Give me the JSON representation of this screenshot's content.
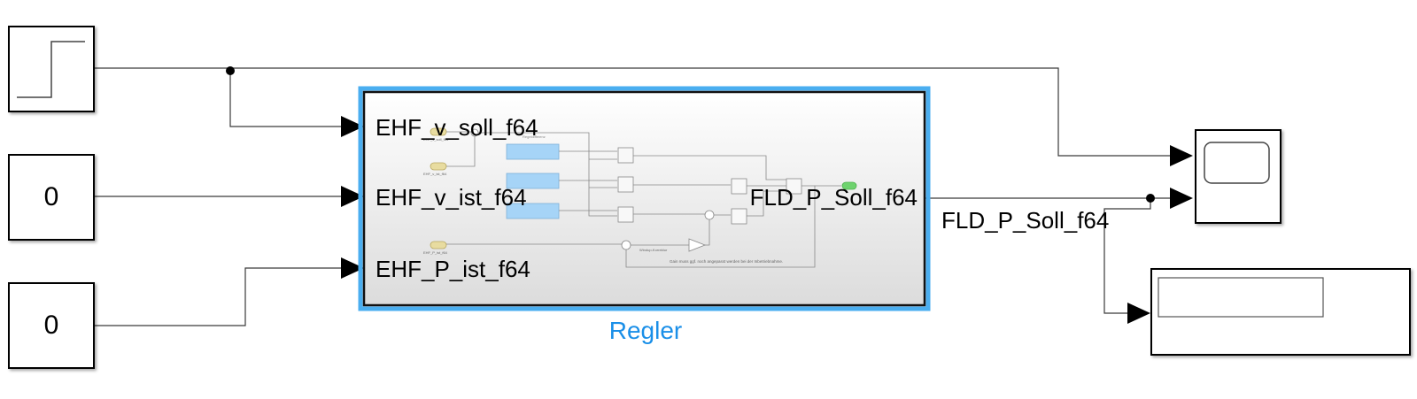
{
  "model": {
    "blocks": {
      "step": {
        "type": "Step",
        "icon": "step-icon"
      },
      "const1": {
        "type": "Constant",
        "value": "0"
      },
      "const2": {
        "type": "Constant",
        "value": "0"
      },
      "subsystem": {
        "name": "Regler",
        "inports": [
          "EHF_v_soll_f64",
          "EHF_v_ist_f64",
          "EHF_P_ist_f64"
        ],
        "outports": [
          "FLD_P_Soll_f64"
        ],
        "inner": {
          "from_tags": [
            "EHF_v_soll_f64",
            "EHF_v_ist_f64",
            "EHF_P_ist_f64"
          ],
          "goto_tag": "FLD_P_Soll_f64",
          "sum_label": "Regeldifferenz",
          "gain_label": "Windup-Korrektur",
          "annotation": "Gain muss ggf. noch angepasst werden bei der Inbetriebnahme."
        }
      },
      "scope": {
        "type": "Scope",
        "icon": "scope-icon"
      },
      "display": {
        "type": "Display",
        "value": ""
      }
    },
    "signals": {
      "output_label": "FLD_P_Soll_f64"
    },
    "colors": {
      "selection": "#4aaef0",
      "subsystem_label": "#1a8fe8",
      "from_tag": "#e8dca0",
      "goto_tag": "#6ed36e",
      "lookup_block": "#a6d4f7"
    }
  }
}
